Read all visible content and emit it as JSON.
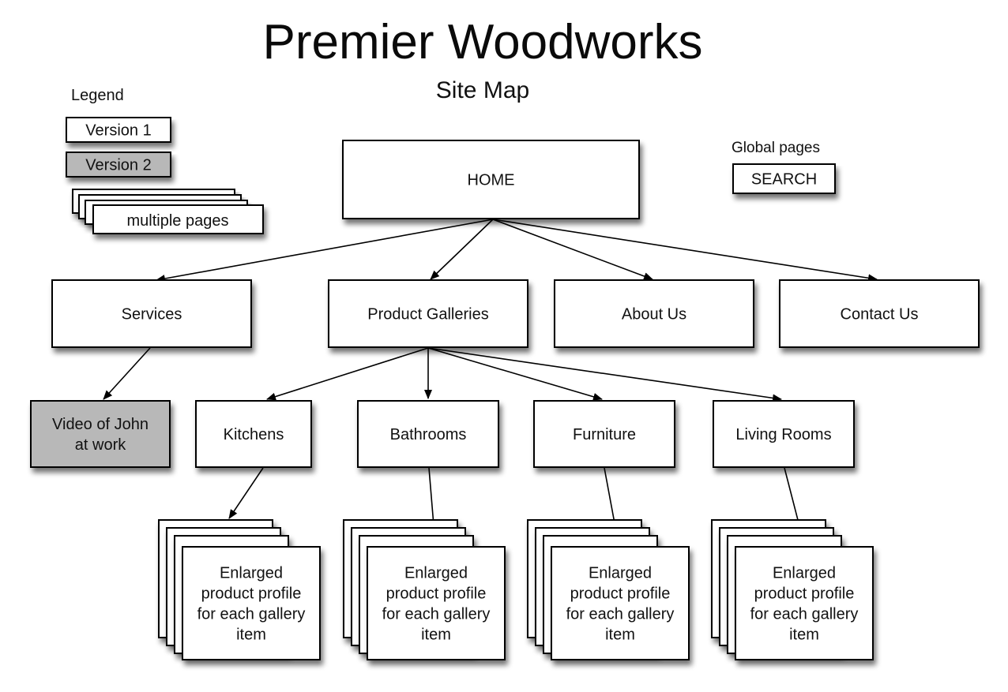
{
  "header": {
    "title": "Premier Woodworks",
    "subtitle": "Site Map"
  },
  "legend": {
    "heading": "Legend",
    "items": [
      {
        "label": "Version 1",
        "style": "version-1",
        "fill": "#ffffff"
      },
      {
        "label": "Version 2",
        "style": "version-2",
        "fill": "#b8b8b8"
      },
      {
        "label": "multiple pages",
        "style": "stacked-pages",
        "fill": "#ffffff"
      }
    ]
  },
  "global_pages": {
    "heading": "Global pages",
    "items": [
      {
        "label": "SEARCH"
      }
    ]
  },
  "nodes": {
    "home": {
      "label": "HOME",
      "version": 1
    },
    "services": {
      "label": "Services",
      "version": 1
    },
    "product_galleries": {
      "label": "Product Galleries",
      "version": 1
    },
    "about_us": {
      "label": "About Us",
      "version": 1
    },
    "contact_us": {
      "label": "Contact Us",
      "version": 1
    },
    "video_john": {
      "lines": [
        "Video of John",
        "at work"
      ],
      "version": 2
    },
    "kitchens": {
      "label": "Kitchens",
      "version": 1
    },
    "bathrooms": {
      "label": "Bathrooms",
      "version": 1
    },
    "furniture": {
      "label": "Furniture",
      "version": 1
    },
    "living_rooms": {
      "label": "Living Rooms",
      "version": 1
    },
    "profile_kitchens": {
      "lines": [
        "Enlarged",
        "product profile",
        "for each gallery",
        "item"
      ],
      "multiple": true,
      "version": 1
    },
    "profile_bathrooms": {
      "lines": [
        "Enlarged",
        "product profile",
        "for each gallery",
        "item"
      ],
      "multiple": true,
      "version": 1
    },
    "profile_furniture": {
      "lines": [
        "Enlarged",
        "product profile",
        "for each gallery",
        "item"
      ],
      "multiple": true,
      "version": 1
    },
    "profile_living_rooms": {
      "lines": [
        "Enlarged",
        "product profile",
        "for each gallery",
        "item"
      ],
      "multiple": true,
      "version": 1
    }
  },
  "edges": [
    {
      "from": "home",
      "to": "services"
    },
    {
      "from": "home",
      "to": "product_galleries"
    },
    {
      "from": "home",
      "to": "about_us"
    },
    {
      "from": "home",
      "to": "contact_us"
    },
    {
      "from": "services",
      "to": "video_john"
    },
    {
      "from": "product_galleries",
      "to": "kitchens"
    },
    {
      "from": "product_galleries",
      "to": "bathrooms"
    },
    {
      "from": "product_galleries",
      "to": "furniture"
    },
    {
      "from": "product_galleries",
      "to": "living_rooms"
    },
    {
      "from": "kitchens",
      "to": "profile_kitchens"
    },
    {
      "from": "bathrooms",
      "to": "profile_bathrooms"
    },
    {
      "from": "furniture",
      "to": "profile_furniture"
    },
    {
      "from": "living_rooms",
      "to": "profile_living_rooms"
    }
  ]
}
